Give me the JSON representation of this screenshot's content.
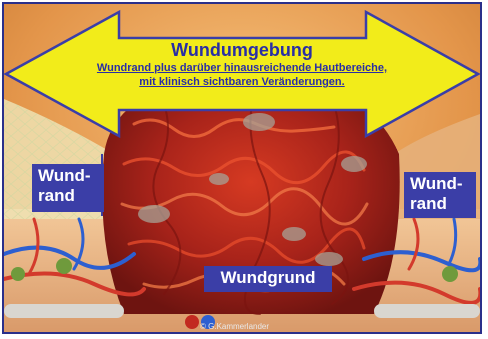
{
  "diagram": {
    "title": "Wundumgebung",
    "subtitle_line1": "Wundrand plus darüber hinausreichende Hautbereiche,",
    "subtitle_line2": "mit klinisch sichtbaren Veränderungen.",
    "left_label_line1": "Wund-",
    "left_label_line2": "rand",
    "right_label_line1": "Wund-",
    "right_label_line2": "rand",
    "bottom_label": "Wundgrund",
    "credit": "© G.Kammerlander"
  },
  "colors": {
    "arrow_fill": "#f2ec1a",
    "arrow_outline": "#3a3ea8",
    "label_bg": "#3b3ea7",
    "title_text": "#2a2ea5",
    "wound_red": "#b6261b",
    "skin": "#e9a35a"
  }
}
